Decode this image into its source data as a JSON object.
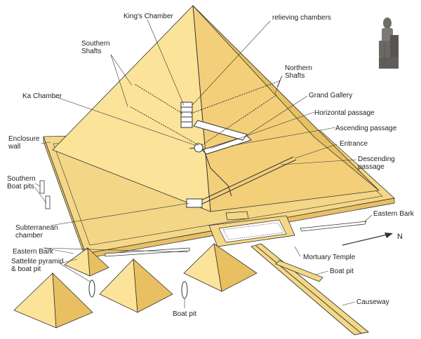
{
  "labels": {
    "kings_chamber": "King's Chamber",
    "relieving_chambers": "relieving chambers",
    "southern_shafts": "Southern\nShafts",
    "northern_shafts": "Northern\nShafts",
    "ka_chamber": "Ka Chamber",
    "grand_gallery": "Grand Gallery",
    "horizontal_passage": "Horizontal passage",
    "ascending_passage": "Ascending passage",
    "enclosure_wall": "Enclosure\nwall",
    "entrance": "Entrance",
    "descending_passage": "Descending\npassage",
    "southern_boat_pits": "Southern\nBoat pits",
    "eastern_bark_right": "Eastern Bark",
    "subterranean_chamber": "Subterranean\nchamber",
    "north": "N",
    "eastern_bark_left": "Eastern Bark",
    "mortuary_temple": "Mortuary Temple",
    "satellite_pyramid": "Sattelite pyramid\n& boat pit",
    "boat_pit_right": "Boat pit",
    "causeway": "Causeway",
    "boat_pit_bottom": "Boat pit"
  },
  "colors": {
    "face_light": "#fce39a",
    "face_mid": "#f4d077",
    "face_dark": "#e6bb5a",
    "base": "#f7dc8c",
    "line": "#333333"
  }
}
